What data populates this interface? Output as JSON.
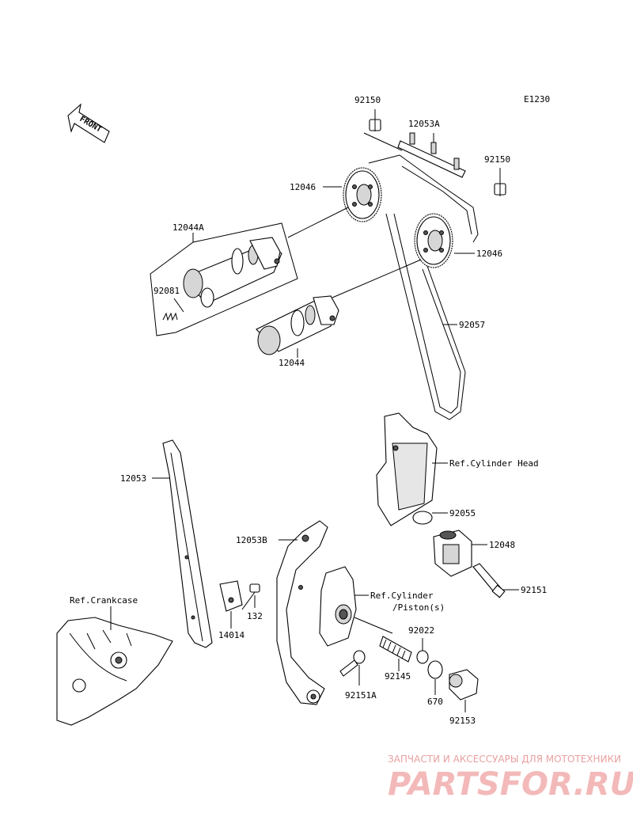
{
  "diagram_code": "E1230",
  "front_label": "FRONT",
  "labels": {
    "p92150_a": "92150",
    "p12053A": "12053A",
    "p92150_b": "92150",
    "p12046_a": "12046",
    "p12044A": "12044A",
    "p12046_b": "12046",
    "p92081": "92081",
    "p92057": "92057",
    "p12044": "12044",
    "ref_cyl_head": "Ref.Cylinder Head",
    "p12053": "12053",
    "p92055": "92055",
    "p12048": "12048",
    "p12053B": "12053B",
    "p92151": "92151",
    "ref_cyl_piston_1": "Ref.Cylinder",
    "ref_cyl_piston_2": "/Piston(s)",
    "ref_crankcase": "Ref.Crankcase",
    "p132": "132",
    "p14014": "14014",
    "p92022": "92022",
    "p92145": "92145",
    "p92151A": "92151A",
    "p670": "670",
    "p92153": "92153"
  },
  "watermark": {
    "tagline": "ЗАПЧАСТИ И АКСЕССУАРЫ ДЛЯ МОТОТЕХНИКИ",
    "logo": "PARTSFOR.RU"
  }
}
